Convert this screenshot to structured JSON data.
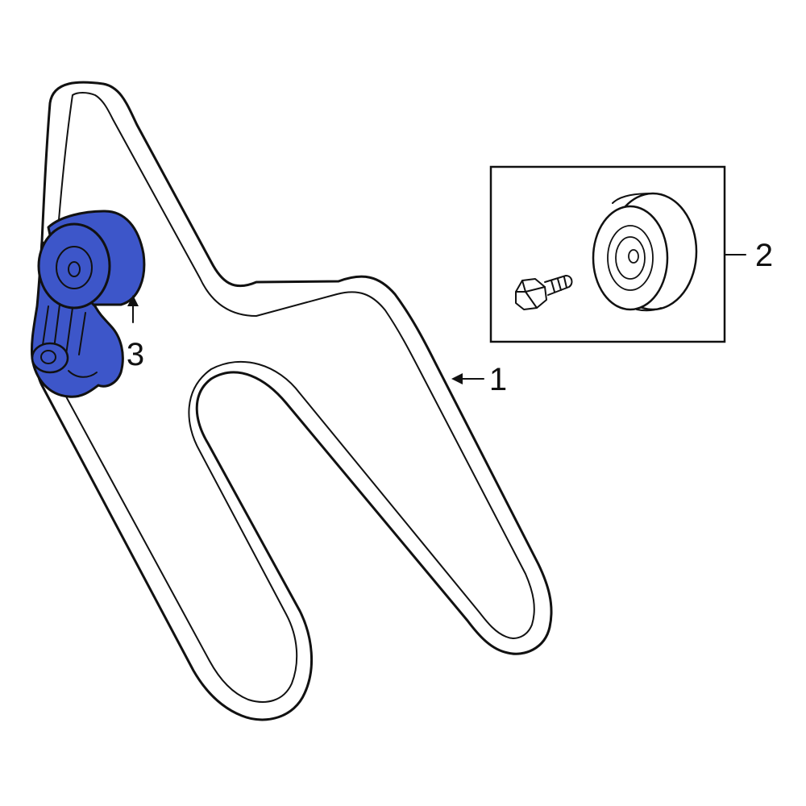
{
  "diagram": {
    "parts": [
      {
        "id": "belt",
        "callout": "1"
      },
      {
        "id": "idler-pulley-kit",
        "callout": "2"
      },
      {
        "id": "belt-tensioner",
        "callout": "3"
      }
    ]
  },
  "colors": {
    "line": "#111111",
    "background": "#ffffff",
    "highlight": "#3d56c9"
  }
}
